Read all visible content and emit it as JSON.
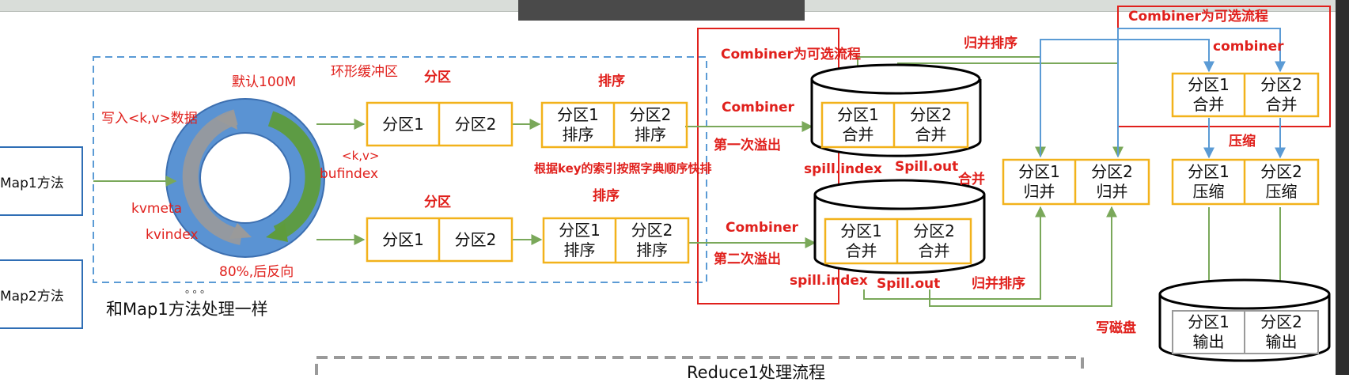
{
  "maps": {
    "map1_label": "Map1方法",
    "map2_label": "Map2方法",
    "map2_note": "和Map1方法处理一样",
    "ellipsis": "。。。"
  },
  "ring_buffer": {
    "title": "环形缓冲区",
    "default_size": "默认100M",
    "write_label": "写入<k,v>数据",
    "kv_label": "<k,v>",
    "bufindex_label": "bufindex",
    "kvmeta_label": "kvmeta",
    "kvindex_label": "kvindex",
    "reverse_label": "80%,后反向"
  },
  "partition_row1": {
    "title": "分区",
    "cells": [
      "分区1",
      "分区2"
    ]
  },
  "partition_row2": {
    "title": "分区",
    "cells": [
      "分区1",
      "分区2"
    ]
  },
  "sort_row1": {
    "title": "排序",
    "cells": [
      "分区1\n排序",
      "分区2\n排序"
    ]
  },
  "sort_row2": {
    "title": "排序",
    "cells": [
      "分区1\n排序",
      "分区2\n排序"
    ]
  },
  "sort_note": "根据key的索引按照字典顺序快排",
  "combiner_section": {
    "title": "Combiner为可选流程",
    "combiner1": "Combiner",
    "combiner2": "Combiner",
    "spill1": "第一次溢出",
    "spill2": "第二次溢出"
  },
  "disk1": {
    "cells": [
      "分区1\n合并",
      "分区2\n合并"
    ],
    "index_label": "spill.index",
    "out_label": "Spill.out"
  },
  "disk2": {
    "cells": [
      "分区1\n合并",
      "分区2\n合并"
    ],
    "index_label": "spill.index",
    "out_label": "Spill.out"
  },
  "merge_sort_top": "归并排序",
  "merge_sort_bottom": "归并排序",
  "merge_label": "合并",
  "merge_row": {
    "cells": [
      "分区1\n归并",
      "分区2\n归并"
    ]
  },
  "right_combiner": {
    "title": "Combiner为可选流程",
    "combiner": "combiner",
    "cells": [
      "分区1\n合并",
      "分区2\n合并"
    ]
  },
  "compress": {
    "title": "压缩",
    "cells": [
      "分区1\n压缩",
      "分区2\n压缩"
    ]
  },
  "output": {
    "write_disk": "写磁盘",
    "cells": [
      "分区1\n输出",
      "分区2\n输出"
    ]
  },
  "reduce_title": "Reduce1处理流程",
  "colors": {
    "box_border": "#f2b21b",
    "arrow_green": "#7aa85a",
    "arrow_blue": "#5b9bd5",
    "highlight_red": "#e0201c",
    "ring_blue": "#5a93d3"
  }
}
